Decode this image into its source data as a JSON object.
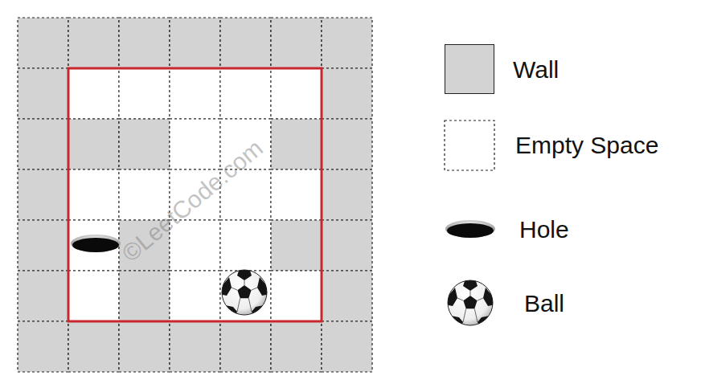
{
  "diagram": {
    "labels": [
      "©LeetCode.com"
    ],
    "legend": [
      {
        "text": "Wall",
        "color": "#d3d3d3"
      },
      {
        "text": "Empty Space"
      },
      {
        "text": "Hole"
      },
      {
        "text": "Ball"
      }
    ]
  }
}
